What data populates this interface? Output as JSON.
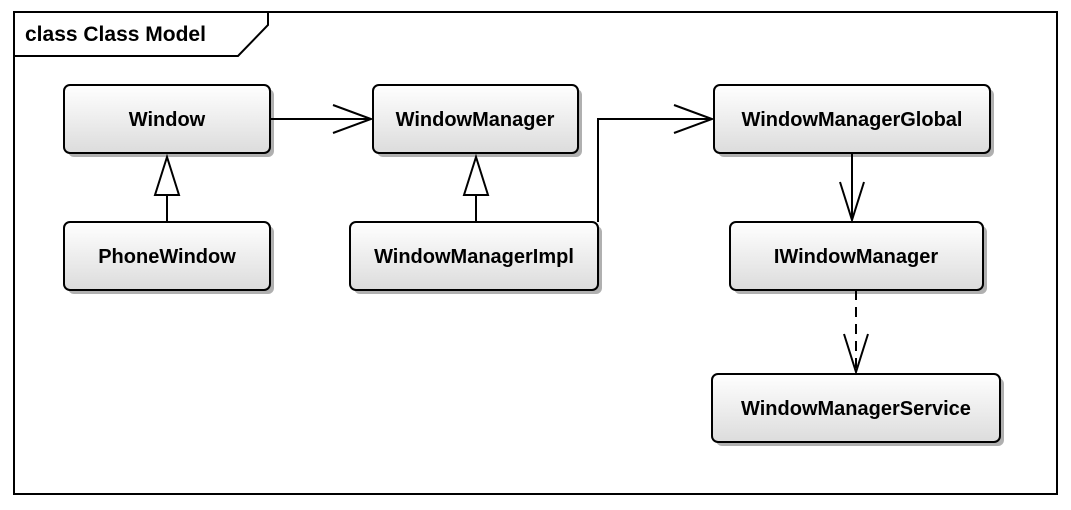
{
  "frame": {
    "title": "class Class Model"
  },
  "classes": {
    "window": "Window",
    "window_manager": "WindowManager",
    "window_manager_global": "WindowManagerGlobal",
    "phone_window": "PhoneWindow",
    "window_manager_impl": "WindowManagerImpl",
    "i_window_manager": "IWindowManager",
    "window_manager_service": "WindowManagerService"
  },
  "relationships": [
    {
      "from": "PhoneWindow",
      "to": "Window",
      "kind": "generalization"
    },
    {
      "from": "WindowManagerImpl",
      "to": "WindowManager",
      "kind": "generalization"
    },
    {
      "from": "Window",
      "to": "WindowManager",
      "kind": "association"
    },
    {
      "from": "WindowManagerImpl",
      "to": "WindowManagerGlobal",
      "kind": "association"
    },
    {
      "from": "WindowManagerGlobal",
      "to": "IWindowManager",
      "kind": "association"
    },
    {
      "from": "IWindowManager",
      "to": "WindowManagerService",
      "kind": "dependency"
    }
  ],
  "colors": {
    "box_fill_top": "#ffffff",
    "box_fill_bottom": "#dcdcdc",
    "stroke": "#000000",
    "shadow": "#b0b0b0"
  }
}
